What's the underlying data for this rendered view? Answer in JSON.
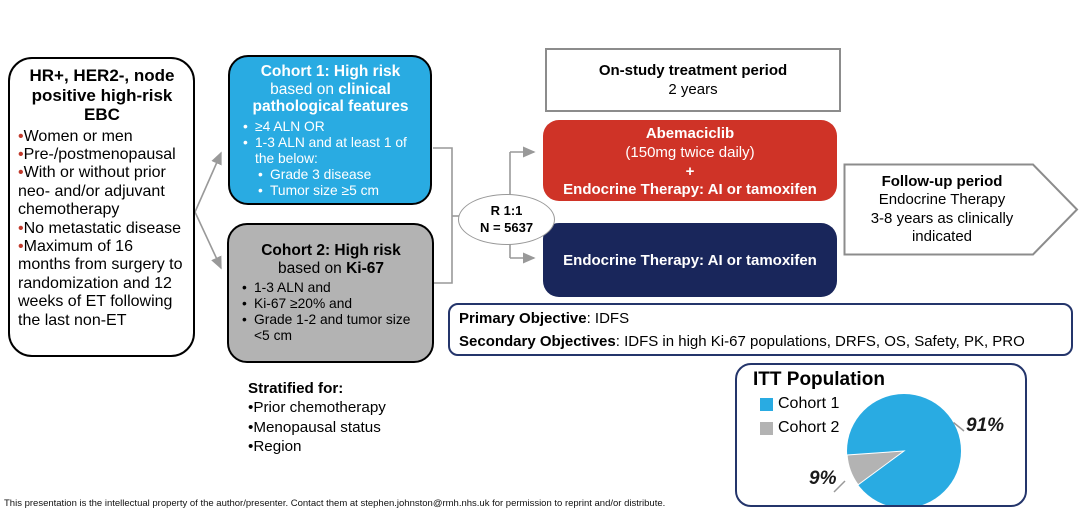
{
  "eligibility": {
    "title": "HR+, HER2-, node positive high-risk EBC",
    "bullets": [
      "Women or men",
      "Pre-/postmenopausal",
      "With or without prior neo- and/or adjuvant chemotherapy",
      "No metastatic disease",
      "Maximum of 16 months from surgery to randomization and 12 weeks of ET following the last non-ET"
    ]
  },
  "cohort1": {
    "title_bold_1": "Cohort 1: High risk",
    "title_plain": "based on",
    "title_bold_2": "clinical pathological features",
    "bullets": [
      "≥4 ALN OR",
      "1-3 ALN and at least 1 of the below:"
    ],
    "sub_bullets": [
      "Grade 3 disease",
      "Tumor size ≥5 cm"
    ]
  },
  "cohort2": {
    "title_bold_1": "Cohort 2: High risk",
    "title_plain": "based on",
    "title_bold_2": "Ki-67",
    "bullets": [
      "1-3 ALN and",
      "Ki-67 ≥20% and",
      "Grade 1-2 and tumor size <5 cm"
    ]
  },
  "stratified": {
    "title": "Stratified for:",
    "bullets": [
      "Prior chemotherapy",
      "Menopausal status",
      "Region"
    ]
  },
  "randomization": {
    "ratio": "R 1:1",
    "n": "N = 5637"
  },
  "treatment_period": {
    "title": "On-study treatment period",
    "duration": "2 years"
  },
  "arm_abemaciclib": {
    "drug": "Abemaciclib",
    "dose": "(150mg twice daily)",
    "plus": "+",
    "therapy": "Endocrine Therapy: AI or tamoxifen"
  },
  "arm_control": {
    "therapy": "Endocrine Therapy: AI or tamoxifen"
  },
  "followup": {
    "title": "Follow-up period",
    "line2": "Endocrine Therapy",
    "line3": "3-8 years as clinically indicated"
  },
  "objectives": {
    "primary_label": "Primary Objective",
    "primary_value": ": IDFS",
    "secondary_label": "Secondary Objectives",
    "secondary_value": ": IDFS in high Ki-67 populations, DRFS, OS, Safety, PK, PRO"
  },
  "itt": {
    "title": "ITT Population",
    "legend": [
      {
        "label": "Cohort 1"
      },
      {
        "label": "Cohort 2"
      }
    ],
    "pct_cohort1": "91%",
    "pct_cohort2": "9%"
  },
  "chart_data": {
    "type": "pie",
    "title": "ITT Population",
    "categories": [
      "Cohort 1",
      "Cohort 2"
    ],
    "values": [
      91,
      9
    ],
    "unit": "percent",
    "colors": [
      "#29ABE2",
      "#B3B3B3"
    ],
    "legend_position": "left",
    "annotations": [
      "91%",
      "9%"
    ]
  },
  "footer": {
    "text": "This presentation is the intellectual property of the author/presenter. Contact them at stephen.johnston@rmh.nhs.uk for permission to reprint and/or distribute."
  },
  "colors": {
    "cohort1_blue": "#29ABE2",
    "cohort2_gray": "#B3B3B3",
    "abemaciclib_red": "#CF3327",
    "control_navy": "#19265B",
    "outline_navy": "#24356B",
    "connector_gray": "#999999",
    "bullet_red": "#C0392B"
  }
}
